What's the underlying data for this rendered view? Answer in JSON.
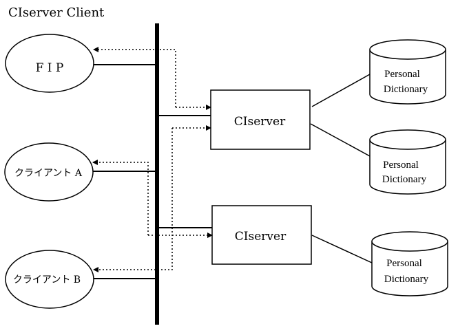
{
  "title": "CIserver Client",
  "clients": {
    "fip": "F I P",
    "client_a": "クライアント A",
    "client_b": "クライアント B"
  },
  "servers": {
    "server1": "CIserver",
    "server2": "CIserver"
  },
  "dictionaries": {
    "dict1": {
      "line1": "Personal",
      "line2": "Dictionary"
    },
    "dict2": {
      "line1": "Personal",
      "line2": "Dictionary"
    },
    "dict3": {
      "line1": "Personal",
      "line2": "Dictionary"
    }
  },
  "colors": {
    "stroke": "#000000",
    "background": "#ffffff"
  }
}
